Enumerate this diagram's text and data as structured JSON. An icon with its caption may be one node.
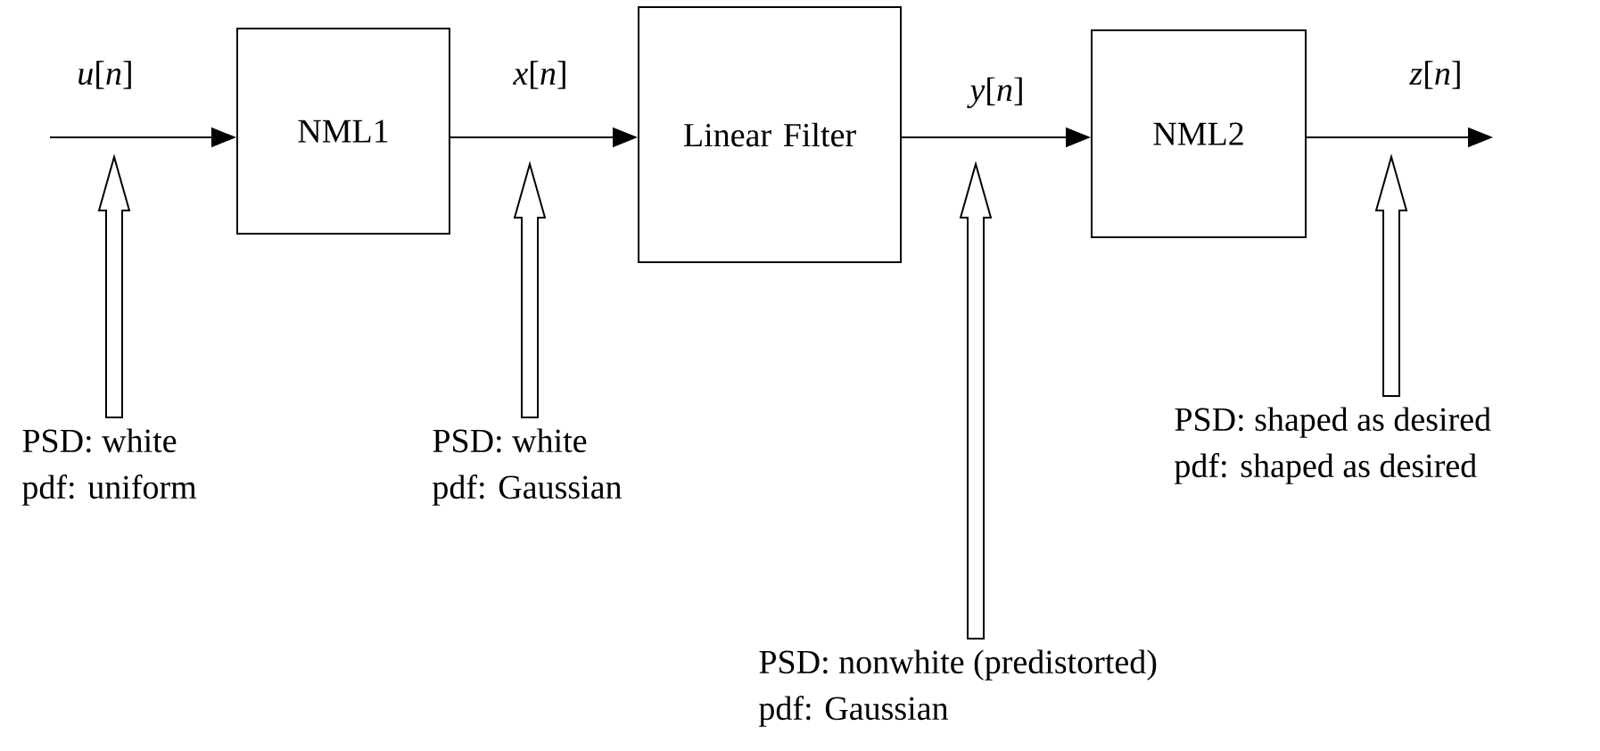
{
  "diagram": {
    "nodes": [
      {
        "text": [
          "NML1"
        ]
      },
      {
        "text": [
          "Linear Filter"
        ]
      },
      {
        "text": [
          "NML2"
        ]
      },
      {
        "text": [
          "PSD: white",
          "pdf: uniform"
        ]
      },
      {
        "text": [
          "PSD: white",
          "pdf: Gaussian"
        ]
      },
      {
        "text": [
          "PSD: nonwhite (predistorted)",
          "pdf: Gaussian"
        ]
      },
      {
        "text": [
          "PSD: shaped as desired",
          "pdf: shaped as desired"
        ]
      }
    ],
    "edges": [
      {
        "from": null,
        "to": 0,
        "arrow": "to",
        "label": "*u*[*n*]"
      },
      {
        "from": 0,
        "to": 1,
        "arrow": "to",
        "label": "*x*[*n*]"
      },
      {
        "from": 1,
        "to": 2,
        "arrow": "to",
        "label": "*y*[*n*]"
      },
      {
        "from": 2,
        "to": null,
        "arrow": "to",
        "label": "*z*[*n*]"
      },
      {
        "from": 3,
        "to": null,
        "arrow": "to"
      },
      {
        "from": 4,
        "to": null,
        "arrow": "to"
      },
      {
        "from": 5,
        "to": null,
        "arrow": "to"
      },
      {
        "from": 6,
        "to": null,
        "arrow": "to"
      }
    ]
  }
}
